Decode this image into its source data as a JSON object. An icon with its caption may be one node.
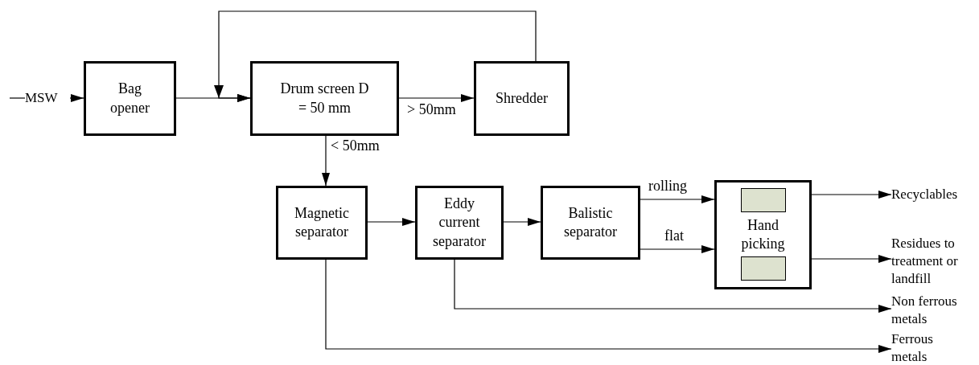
{
  "diagram": {
    "nodes": [
      {
        "text": [
          "MSW"
        ]
      },
      {
        "text": [
          "Bag opener"
        ]
      },
      {
        "text": [
          "Drum screen D = 50 mm"
        ]
      },
      {
        "text": [
          "Shredder"
        ]
      },
      {
        "text": [
          "Magnetic separator"
        ]
      },
      {
        "text": [
          "Eddy current separator"
        ]
      },
      {
        "text": [
          "Balistic separator"
        ]
      },
      {
        "text": [
          "Hand picking"
        ]
      },
      {
        "text": [],
        "shape": "box",
        "in": 7
      },
      {
        "text": [],
        "shape": "box",
        "in": 7
      },
      {
        "text": [
          "Recyclables"
        ]
      },
      {
        "text": [
          "Residues to treatment or landfill"
        ]
      },
      {
        "text": [
          "Non ferrous metals"
        ]
      },
      {
        "text": [
          "Ferrous metals"
        ]
      }
    ],
    "edges": [
      {
        "from": null,
        "to": 0,
        "arrow": "none"
      },
      {
        "from": 0,
        "to": 1,
        "arrow": "to"
      },
      {
        "from": 1,
        "to": 2,
        "arrow": "to"
      },
      {
        "from": 3,
        "to": 2,
        "arrow": "to"
      },
      {
        "from": 2,
        "to": 3,
        "arrow": "to",
        "label": "> 50mm"
      },
      {
        "from": 2,
        "to": 4,
        "arrow": "to",
        "label": "< 50mm"
      },
      {
        "from": 4,
        "to": 5,
        "arrow": "to"
      },
      {
        "from": 5,
        "to": 6,
        "arrow": "to"
      },
      {
        "from": 6,
        "to": 7,
        "arrow": "to",
        "label": "rolling"
      },
      {
        "from": 6,
        "to": 7,
        "arrow": "to",
        "label": "flat"
      },
      {
        "from": 7,
        "to": 10,
        "arrow": "to"
      },
      {
        "from": 7,
        "to": 11,
        "arrow": "to"
      },
      {
        "from": 5,
        "to": 12,
        "arrow": "to"
      },
      {
        "from": 4,
        "to": 13,
        "arrow": "to"
      }
    ]
  }
}
